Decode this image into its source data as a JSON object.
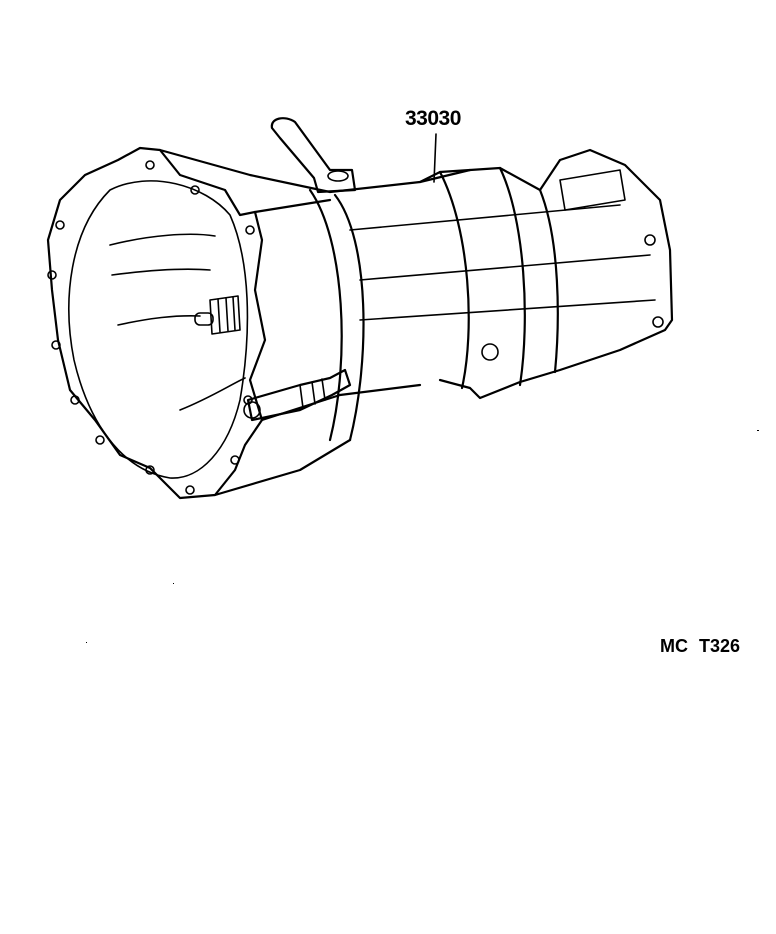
{
  "diagram": {
    "subject": "manual transmission assembly",
    "callouts": [
      {
        "part_number": "33030"
      }
    ],
    "figure_code": "MC  T326",
    "colors": {
      "line": "#000000",
      "background": "#ffffff"
    }
  }
}
